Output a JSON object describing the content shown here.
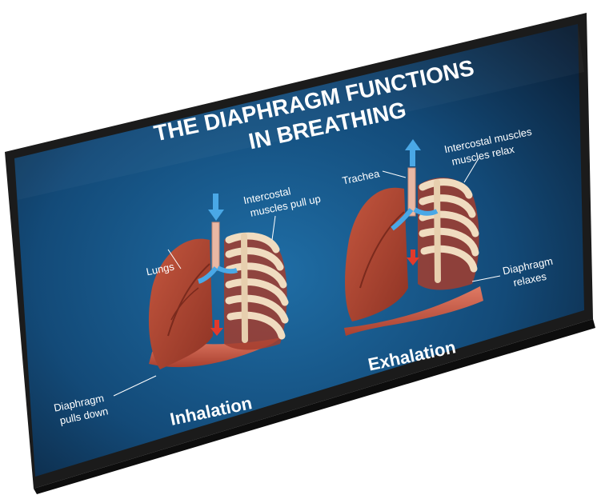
{
  "poster": {
    "title_line1": "THE DIAPHRAGM FUNCTIONS",
    "title_line2": "IN BREATHING",
    "inhalation": {
      "caption": "Inhalation",
      "label_lungs": "Lungs",
      "label_intercostal_1": "Intercostal",
      "label_intercostal_2": "muscles pull up",
      "label_diaphragm_1": "Diaphragm",
      "label_diaphragm_2": "pulls down"
    },
    "exhalation": {
      "caption": "Exhalation",
      "label_trachea": "Trachea",
      "label_intercostal_1": "Intercostal muscles",
      "label_intercostal_2": "muscles relax",
      "label_diaphragm_1": "Diaphragm",
      "label_diaphragm_2": "relaxes"
    }
  },
  "colors": {
    "bezel": "#1b1b1b",
    "screen_center": "#1f6ea6",
    "screen_edge": "#0a1d33",
    "lung": "#b74a35",
    "rib": "#f0dcc0",
    "diaphragm": "#c9574a",
    "air_arrow": "#4aa8e6",
    "down_arrow": "#e23a2b"
  }
}
